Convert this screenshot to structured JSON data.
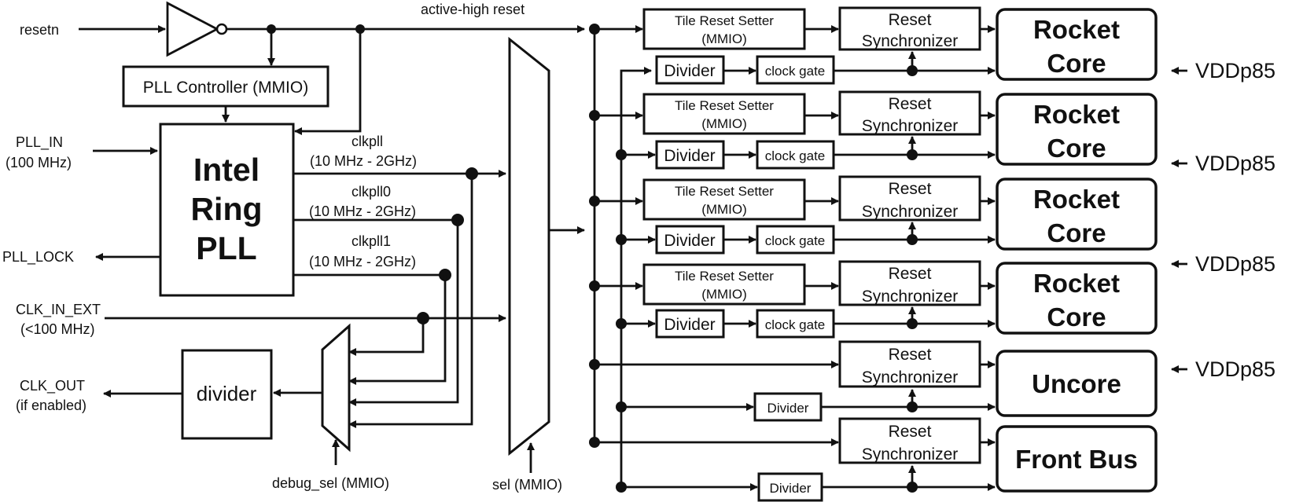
{
  "inputs": {
    "resetn": "resetn",
    "pll_in": "PLL_IN",
    "pll_in_freq": "(100 MHz)",
    "pll_lock": "PLL_LOCK",
    "clk_in_ext": "CLK_IN_EXT",
    "clk_in_ext_freq": "(<100 MHz)",
    "clk_out": "CLK_OUT",
    "clk_out_note": "(if enabled)"
  },
  "signals": {
    "active_high_reset": "active-high reset",
    "clkpll": "clkpll",
    "clkpll0": "clkpll0",
    "clkpll1": "clkpll1",
    "clk_range": "(10 MHz - 2GHz)",
    "debug_sel": "debug_sel (MMIO)",
    "sel": "sel (MMIO)"
  },
  "blocks": {
    "pll_controller": "PLL Controller (MMIO)",
    "pll_line1": "Intel",
    "pll_line2": "Ring",
    "pll_line3": "PLL",
    "out_divider": "divider",
    "tile_reset_setter": "Tile Reset Setter",
    "mmio": "(MMIO)",
    "reset": "Reset",
    "synchronizer": "Synchronizer",
    "divider": "Divider",
    "clock_gate": "clock gate"
  },
  "domains": {
    "rocket_line1": "Rocket",
    "rocket_line2": "Core",
    "uncore": "Uncore",
    "front_bus": "Front Bus"
  },
  "supply": {
    "vdd": "VDDp85"
  }
}
